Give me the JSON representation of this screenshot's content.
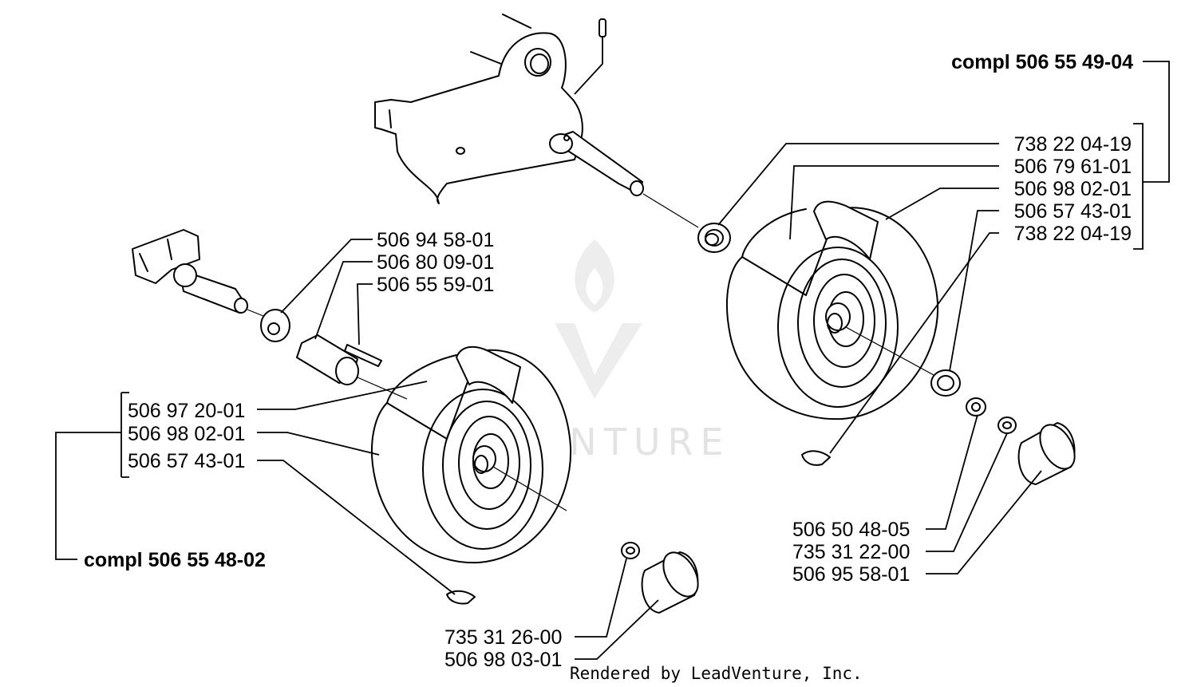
{
  "labels": {
    "compl_right": "compl 506 55 49-04",
    "compl_left": "compl 506 55 48-02",
    "r1": "738 22 04-19",
    "r2": "506 79 61-01",
    "r3": "506 98 02-01",
    "r4": "506 57 43-01",
    "r5": "738 22 04-19",
    "m1": "506 94 58-01",
    "m2": "506 80 09-01",
    "m3": "506 55 59-01",
    "l1": "506 97 20-01",
    "l2": "506 98 02-01",
    "l3": "506 57 43-01",
    "br1": "506 50 48-05",
    "br2": "735 31 22-00",
    "br3": "506 95 58-01",
    "bc1": "735 31 26-00",
    "bc2": "506 98 03-01"
  },
  "watermark": {
    "text": "LEADVENTURE"
  },
  "footer": {
    "text": "Rendered by LeadVenture, Inc."
  }
}
